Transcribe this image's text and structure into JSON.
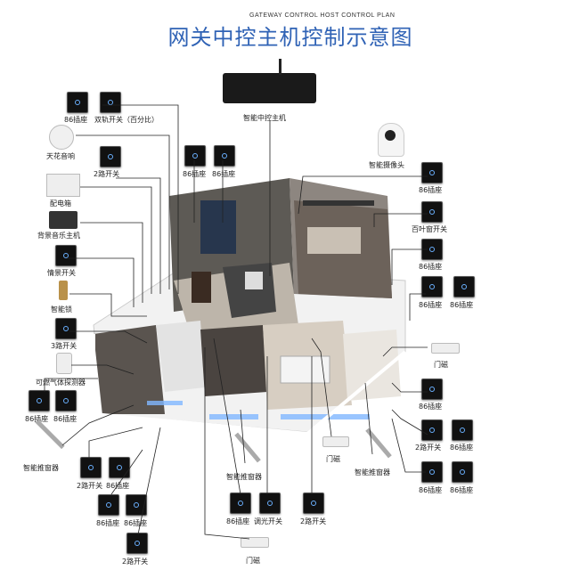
{
  "title": {
    "cn": "网关中控主机控制示意图",
    "en": "GATEWAY CONTROL HOST CONTROL PLAN"
  },
  "devices": {
    "gateway": "智能中控主机",
    "camera": "智能摄像头",
    "ceiling_speaker": "天花音响",
    "distribution_box": "配电箱",
    "bg_music": "背景音乐主机",
    "scene_switch": "情景开关",
    "smart_lock": "智能锁",
    "gas_detector": "可燃气体探测器",
    "curtain_motor_left": "智能推窗器",
    "curtain_motor_mid": "智能推窗器",
    "curtain_motor_right": "智能推窗器",
    "door_sensor_right": "门磁",
    "door_sensor_mid": "门磁",
    "door_sensor_bottom": "门磁",
    "blind_switch": "百叶窗开关"
  },
  "labels": {
    "socket_86": "86插座",
    "rail_switch": "双轨开关（百分比）",
    "switch_2way": "2路开关",
    "switch_3way": "3路开关",
    "dimmer": "调光开关"
  }
}
